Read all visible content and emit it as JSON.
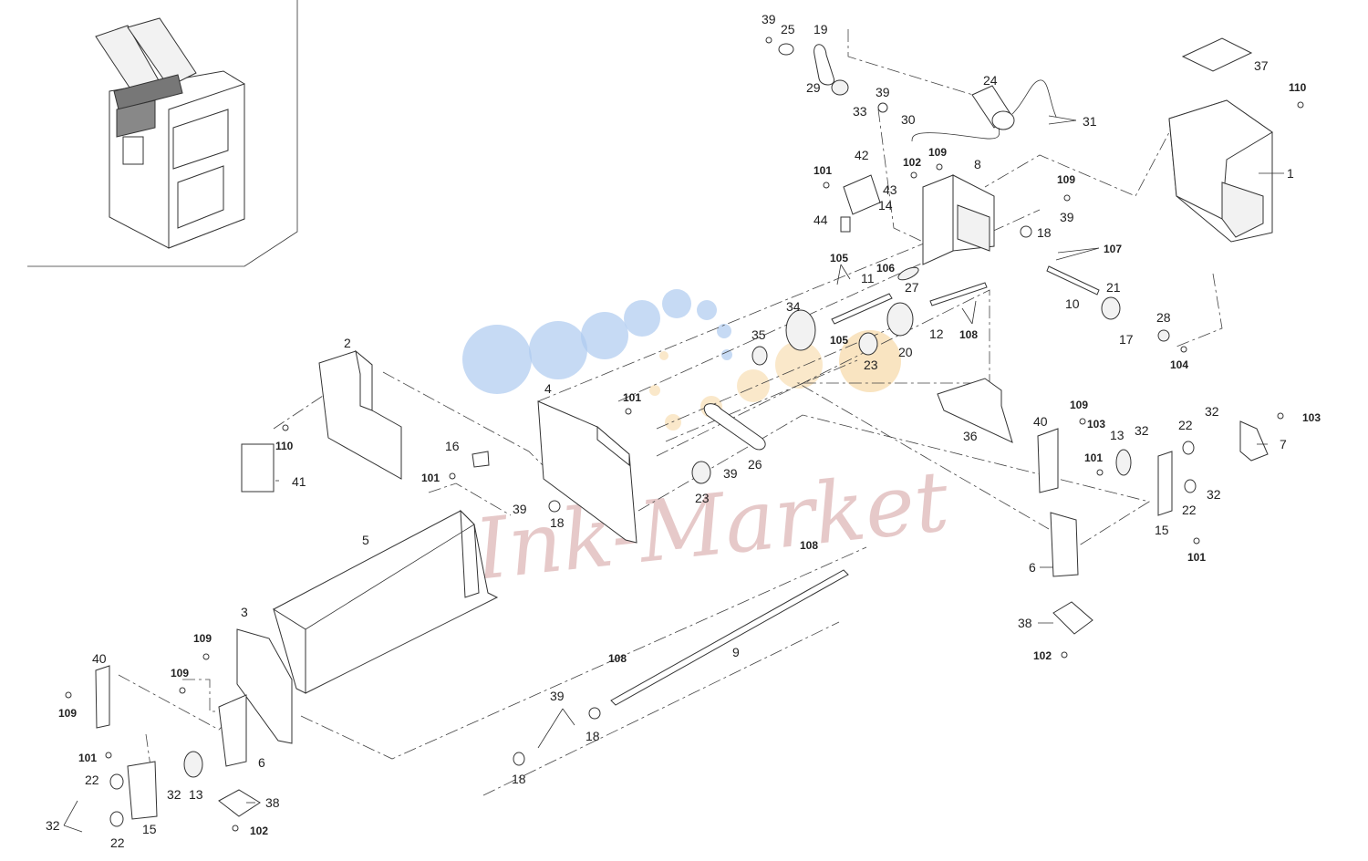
{
  "watermark": {
    "text": "Ink-Market"
  },
  "colors": {
    "watermark_blue": "#aecbef",
    "watermark_orange": "#f7d9a6",
    "watermark_text": "#c98a8a"
  },
  "callouts": [
    {
      "n": "39",
      "b": false
    },
    {
      "n": "25",
      "b": false
    },
    {
      "n": "19",
      "b": false
    },
    {
      "n": "29",
      "b": false
    },
    {
      "n": "39",
      "b": false
    },
    {
      "n": "33",
      "b": false
    },
    {
      "n": "24",
      "b": false
    },
    {
      "n": "37",
      "b": false
    },
    {
      "n": "110",
      "b": true
    },
    {
      "n": "1",
      "b": false
    },
    {
      "n": "31",
      "b": false
    },
    {
      "n": "30",
      "b": false
    },
    {
      "n": "42",
      "b": false
    },
    {
      "n": "109",
      "b": true
    },
    {
      "n": "102",
      "b": true
    },
    {
      "n": "8",
      "b": false
    },
    {
      "n": "101",
      "b": true
    },
    {
      "n": "43",
      "b": false
    },
    {
      "n": "14",
      "b": false
    },
    {
      "n": "44",
      "b": false
    },
    {
      "n": "109",
      "b": true
    },
    {
      "n": "39",
      "b": false
    },
    {
      "n": "18",
      "b": false
    },
    {
      "n": "107",
      "b": true
    },
    {
      "n": "105",
      "b": true
    },
    {
      "n": "106",
      "b": true
    },
    {
      "n": "11",
      "b": false
    },
    {
      "n": "27",
      "b": false
    },
    {
      "n": "10",
      "b": false
    },
    {
      "n": "21",
      "b": false
    },
    {
      "n": "34",
      "b": false
    },
    {
      "n": "12",
      "b": false
    },
    {
      "n": "108",
      "b": true
    },
    {
      "n": "28",
      "b": false
    },
    {
      "n": "17",
      "b": false
    },
    {
      "n": "104",
      "b": true
    },
    {
      "n": "35",
      "b": false
    },
    {
      "n": "105",
      "b": true
    },
    {
      "n": "20",
      "b": false
    },
    {
      "n": "23",
      "b": false
    },
    {
      "n": "2",
      "b": false
    },
    {
      "n": "4",
      "b": false
    },
    {
      "n": "101",
      "b": true
    },
    {
      "n": "110",
      "b": true
    },
    {
      "n": "16",
      "b": false
    },
    {
      "n": "26",
      "b": false
    },
    {
      "n": "39",
      "b": false
    },
    {
      "n": "101",
      "b": true
    },
    {
      "n": "41",
      "b": false
    },
    {
      "n": "23",
      "b": false
    },
    {
      "n": "39",
      "b": false
    },
    {
      "n": "18",
      "b": false
    },
    {
      "n": "36",
      "b": false
    },
    {
      "n": "109",
      "b": true
    },
    {
      "n": "40",
      "b": false
    },
    {
      "n": "103",
      "b": true
    },
    {
      "n": "13",
      "b": false
    },
    {
      "n": "32",
      "b": false
    },
    {
      "n": "22",
      "b": false
    },
    {
      "n": "32",
      "b": false
    },
    {
      "n": "103",
      "b": true
    },
    {
      "n": "7",
      "b": false
    },
    {
      "n": "101",
      "b": true
    },
    {
      "n": "32",
      "b": false
    },
    {
      "n": "22",
      "b": false
    },
    {
      "n": "15",
      "b": false
    },
    {
      "n": "101",
      "b": true
    },
    {
      "n": "6",
      "b": false
    },
    {
      "n": "38",
      "b": false
    },
    {
      "n": "102",
      "b": true
    },
    {
      "n": "5",
      "b": false
    },
    {
      "n": "108",
      "b": true
    },
    {
      "n": "3",
      "b": false
    },
    {
      "n": "109",
      "b": true
    },
    {
      "n": "40",
      "b": false
    },
    {
      "n": "109",
      "b": true
    },
    {
      "n": "109",
      "b": true
    },
    {
      "n": "9",
      "b": false
    },
    {
      "n": "108",
      "b": true
    },
    {
      "n": "39",
      "b": false
    },
    {
      "n": "18",
      "b": false
    },
    {
      "n": "6",
      "b": false
    },
    {
      "n": "101",
      "b": true
    },
    {
      "n": "22",
      "b": false
    },
    {
      "n": "32",
      "b": false
    },
    {
      "n": "13",
      "b": false
    },
    {
      "n": "38",
      "b": false
    },
    {
      "n": "18",
      "b": false
    },
    {
      "n": "32",
      "b": false
    },
    {
      "n": "15",
      "b": false
    },
    {
      "n": "22",
      "b": false
    },
    {
      "n": "102",
      "b": true
    }
  ]
}
